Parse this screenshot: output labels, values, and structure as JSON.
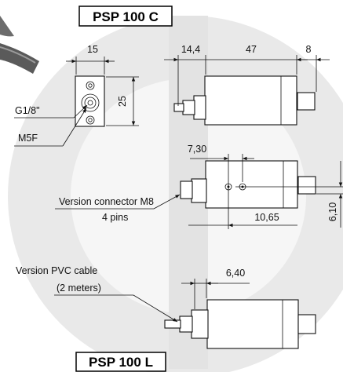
{
  "titles": {
    "top": "PSP 100 C",
    "bottom": "PSP 100 L"
  },
  "front_view": {
    "width": "15",
    "height": "25",
    "thread": "G1/8\"",
    "nut": "M5F"
  },
  "side_view": {
    "d1": "14,4",
    "d2": "47",
    "d3": "8"
  },
  "m8_view": {
    "d1": "7,30",
    "d2": "10,65",
    "d3": "6,10",
    "label_line1": "Version connector M8",
    "label_line2": "4 pins"
  },
  "cable_view": {
    "d1": "6,40",
    "label_line1": "Version PVC cable",
    "label_line2": "(2 meters)"
  },
  "colors": {
    "watermark": "#e6e6e6",
    "line": "#111111",
    "background": "#ffffff"
  },
  "icons": [
    "cable-photo-fragment",
    "arrow-head",
    "hex-nut"
  ]
}
